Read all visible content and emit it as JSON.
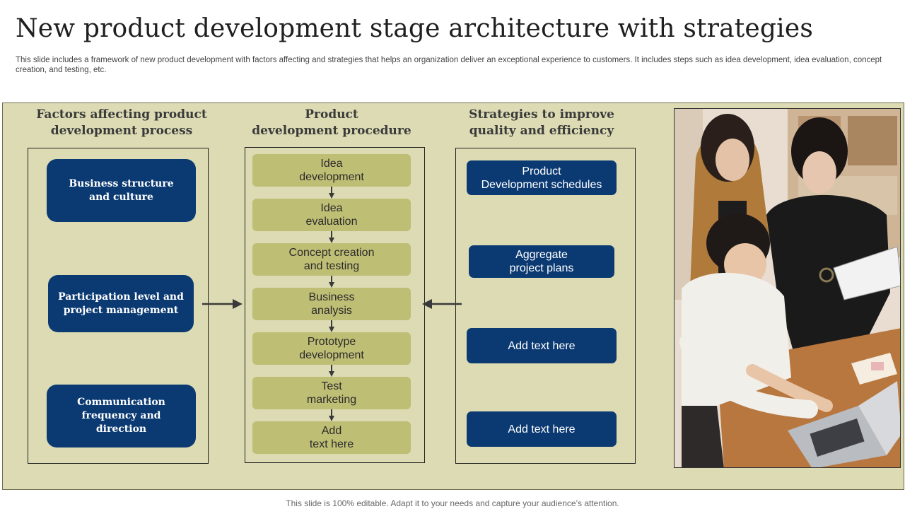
{
  "slide": {
    "title": "New product development stage architecture with strategies",
    "subtitle": "This slide includes a framework of new product development with factors affecting and strategies that helps an organization deliver an exceptional experience to customers. It includes steps such as idea development, idea evaluation, concept creation, and testing, etc.",
    "footer": "This slide is 100% editable. Adapt it to your needs and capture your audience’s attention."
  },
  "factors": {
    "heading": "Factors affecting product\ndevelopment process",
    "items": [
      "Business structure\nand culture",
      "Participation level and\nproject management",
      "Communication\nfrequency and direction"
    ]
  },
  "procedure": {
    "heading": "Product\ndevelopment procedure",
    "steps": [
      "Idea\ndevelopment",
      "Idea\nevaluation",
      "Concept creation\nand testing",
      "Business\nanalysis",
      "Prototype\ndevelopment",
      "Test\nmarketing",
      "Add\ntext here"
    ]
  },
  "strategies": {
    "heading": "Strategies to improve\nquality and efficiency",
    "items": [
      "Product\nDevelopment schedules",
      "Aggregate\nproject plans",
      "Add text here",
      "Add text here"
    ]
  },
  "colors": {
    "panel_bg": "#dcdbb4",
    "navy": "#0b3a73",
    "step_fill": "#bfbe75"
  },
  "photo": {
    "icon": "team-photo-icon"
  }
}
